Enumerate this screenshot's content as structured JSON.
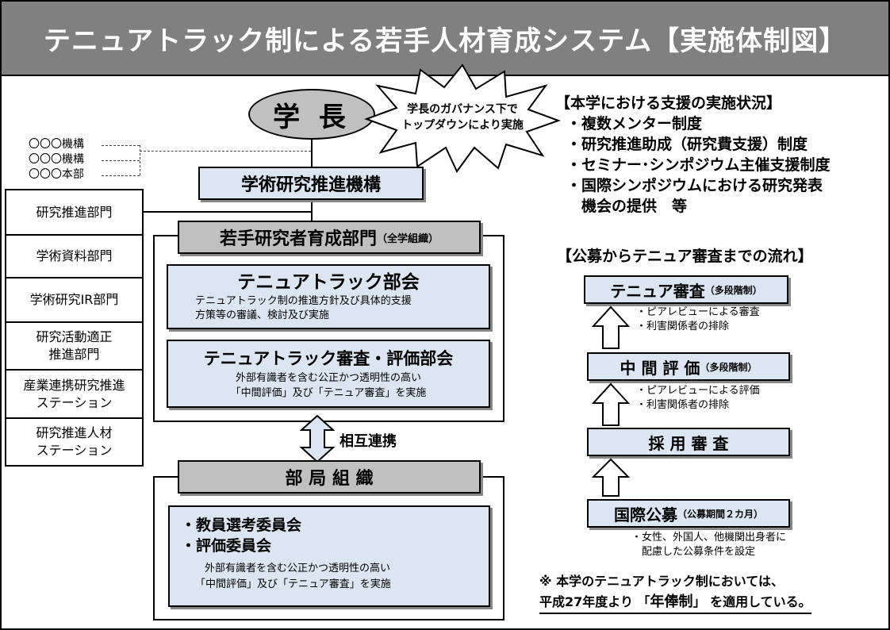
{
  "title": "テニュアトラック制による若手人材育成システム【実施体制図】",
  "president": "学 長",
  "starburst": {
    "line1": "学長のガバナンス下で",
    "line2": "トップダウンにより実施"
  },
  "small_orgs": [
    "〇〇〇機構",
    "〇〇〇機構",
    "〇〇〇本部"
  ],
  "research_org": "学術研究推進機構",
  "departments": [
    {
      "line1": "研究推進部門",
      "line2": ""
    },
    {
      "line1": "学術資料部門",
      "line2": ""
    },
    {
      "line1": "学術研究IR部門",
      "line2": ""
    },
    {
      "line1": "研究活動適正",
      "line2": "推進部門"
    },
    {
      "line1": "産業連携研究推進",
      "line2": "ステーション"
    },
    {
      "line1": "研究推進人材",
      "line2": "ステーション"
    }
  ],
  "young_division": {
    "name": "若手研究者育成部門",
    "note": "（全学組織）"
  },
  "tt_committee": {
    "name": "テニュアトラック部会",
    "desc1": "テニュアトラック制の推進方針及び具体的支援",
    "desc2": "方策等の審議、検討及び実施"
  },
  "review_committee": {
    "name": "テニュアトラック審査・評価部会",
    "desc1": "外部有識者を含む公正かつ透明性の高い",
    "desc2": "「中間評価」及び「テニュア審査」を実施"
  },
  "mutual": "相互連携",
  "faculty": {
    "name": "部 局 組 織",
    "item1": "・教員選考委員会",
    "item2": "・評価委員会",
    "desc1": "外部有識者を含む公正かつ透明性の高い",
    "desc2": "「中間評価」及び「テニュア審査」を実施"
  },
  "support": {
    "heading": "【本学における支援の実施状況】",
    "items": [
      "・複数メンター制度",
      "・研究推進助成（研究費支援）制度",
      "・セミナー･シンポジウム主催支援制度",
      "・国際シンポジウムにおける研究発表",
      "　機会の提供　等"
    ]
  },
  "flow": {
    "heading": "【公募からテニュア審査までの流れ】",
    "tenure": {
      "name": "テニュア審査",
      "note": "（多段階制）",
      "bullets": [
        "・ピアレビューによる審査",
        "・利害関係者の排除"
      ]
    },
    "midterm": {
      "name": "中 間 評 価",
      "note": "（多段階制）",
      "bullets": [
        "・ピアレビューによる評価",
        "・利害関係者の排除"
      ]
    },
    "hiring": {
      "name": "採 用 審 査"
    },
    "intl": {
      "name": "国際公募",
      "note": "（公募期間２カ月）",
      "bullets": [
        "・女性、外国人、他機関出身者に",
        "　配慮した公募条件を設定"
      ]
    }
  },
  "footnote": {
    "line1": "※ 本学のテニュアトラック制においては、",
    "line2_pre": "平成27年度より 「",
    "line2_em": "年俸制",
    "line2_post": "」 を適用している。"
  }
}
